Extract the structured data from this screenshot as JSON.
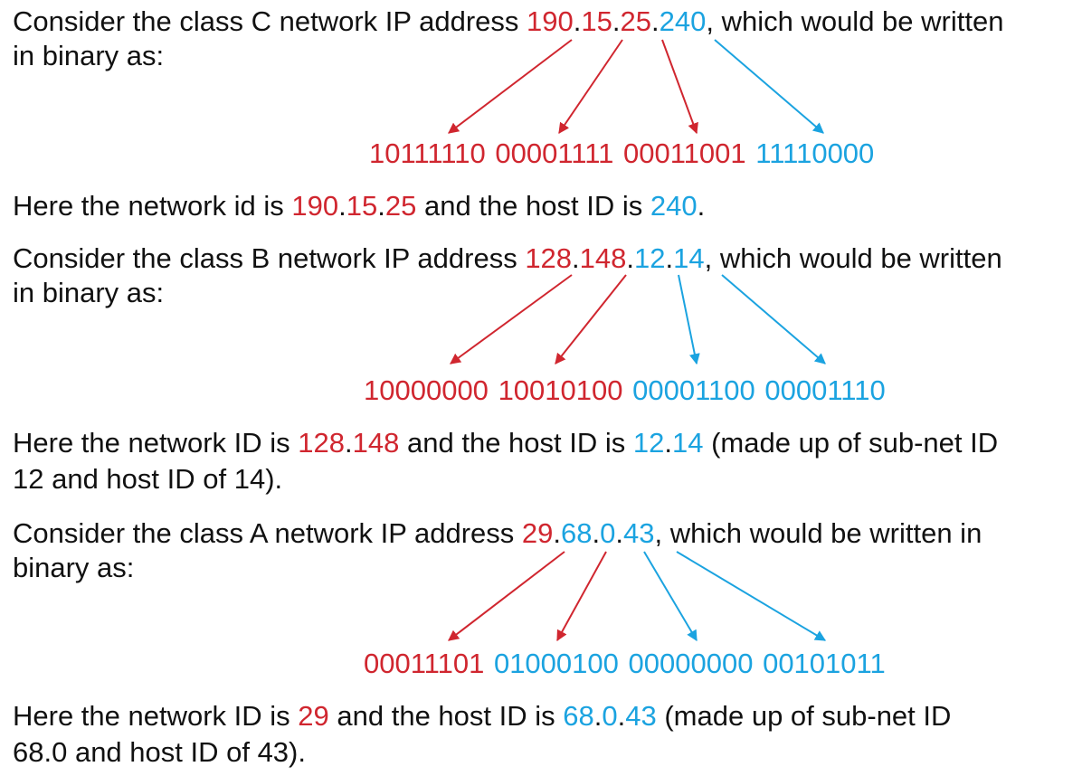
{
  "colors": {
    "network": "#d0262f",
    "host": "#1ba3e0",
    "text": "#111111"
  },
  "examples": [
    {
      "intro": {
        "before": "Consider the class C network IP address ",
        "ip": [
          "190",
          "15",
          "25",
          "240"
        ],
        "after": ", which would be written"
      },
      "intro_cont": "in binary as:",
      "binary": [
        "10111110",
        "00001111",
        "00011001",
        "11110000"
      ],
      "explanation": {
        "p1": "Here the network id is ",
        "net": [
          "190",
          "15",
          "25"
        ],
        "p2": " and the host ID is ",
        "host": [
          "240"
        ],
        "p3": "."
      }
    },
    {
      "intro": {
        "before": "Consider the class B network IP address ",
        "ip": [
          "128",
          "148",
          "12",
          "14"
        ],
        "after": ", which would be written"
      },
      "intro_cont": "in binary as:",
      "binary": [
        "10000000",
        "10010100",
        "00001100",
        "00001110"
      ],
      "explanation": {
        "p1": "Here the network ID is ",
        "net": [
          "128",
          "148"
        ],
        "p2": " and the host ID is ",
        "host": [
          "12",
          "14"
        ],
        "p3": " (made up of sub-net ID",
        "cont": "12 and host ID of 14)."
      }
    },
    {
      "intro": {
        "before": "Consider the class A network IP address ",
        "ip": [
          "29",
          "68",
          "0",
          "43"
        ],
        "after": ", which would be written in"
      },
      "intro_cont": "binary as:",
      "binary": [
        "00011101",
        "01000100",
        "00000000",
        "00101011"
      ],
      "explanation": {
        "p1": "Here the network ID is ",
        "net": [
          "29"
        ],
        "p2": " and the host ID is ",
        "host": [
          "68",
          "0",
          "43"
        ],
        "p3": " (made up of sub-net ID",
        "cont": "68.0 and host ID of 43)."
      }
    }
  ]
}
